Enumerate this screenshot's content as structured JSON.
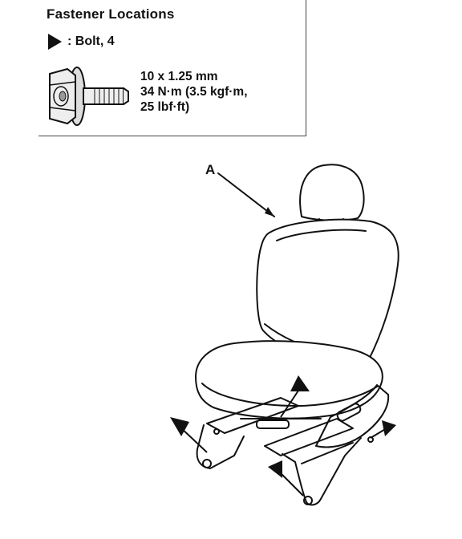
{
  "legend": {
    "title": "Fastener Locations",
    "item_label": ": Bolt, 4",
    "spec_lines": [
      "10 x 1.25 mm",
      "34 N·m (3.5 kgf·m,",
      "25 lbf·ft)"
    ]
  },
  "diagram": {
    "callout_a": "A"
  }
}
